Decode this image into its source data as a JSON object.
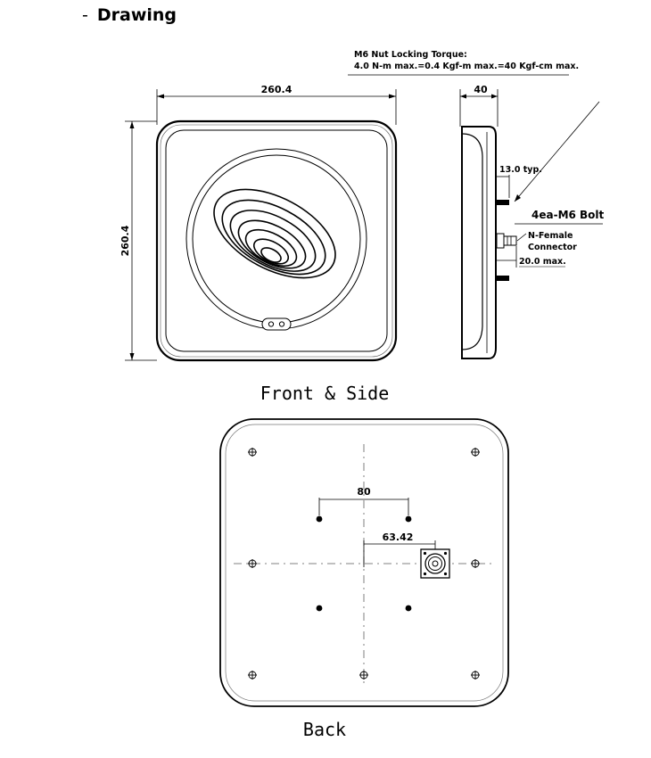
{
  "heading": {
    "dash": "-",
    "title": "Drawing"
  },
  "front": {
    "width_label": "260.4",
    "height_label": "260.4"
  },
  "side": {
    "torque_line1": "M6 Nut Locking Torque:",
    "torque_line2": "4.0 N-m max.=0.4 Kgf-m max.=40 Kgf-cm max.",
    "depth_label": "40",
    "bolt_length_label": "13.0 typ.",
    "bolt_label": "4ea-M6 Bolt",
    "connector_line1": "N-Female",
    "connector_line2": "Connector",
    "connector_length_label": "20.0 max."
  },
  "captions": {
    "front_side": "Front & Side",
    "back": "Back"
  },
  "back": {
    "hole_spacing_label": "80",
    "connector_offset_label": "63.42"
  }
}
